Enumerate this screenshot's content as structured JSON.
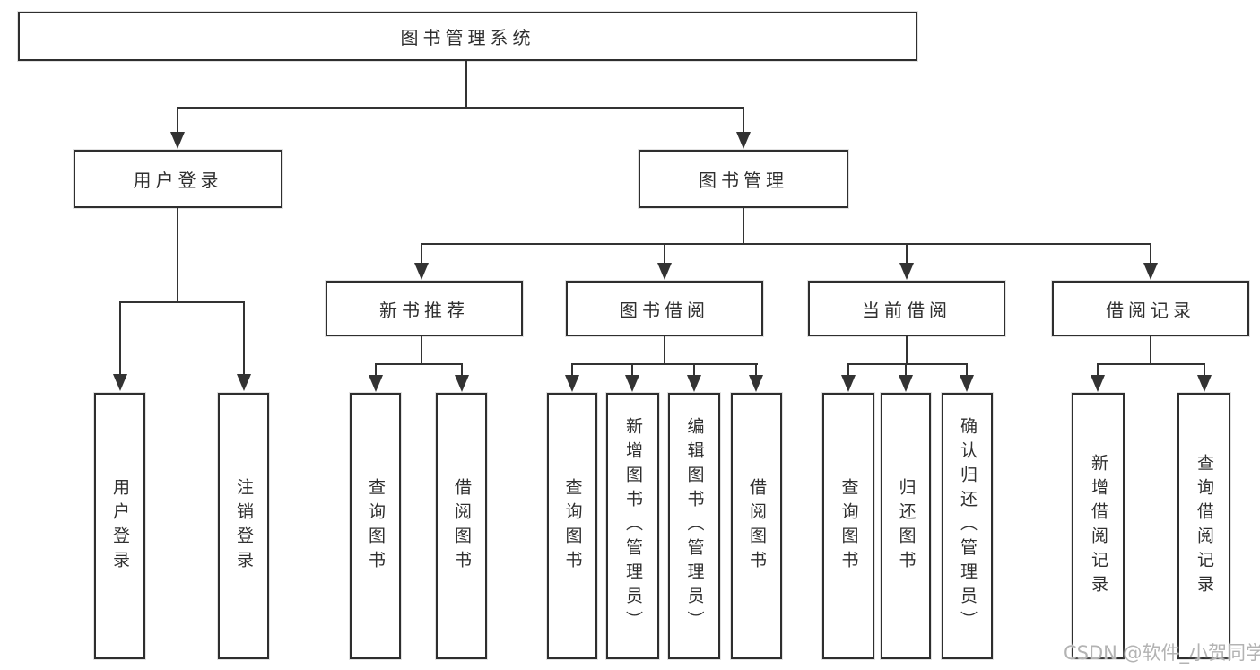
{
  "diagram": {
    "root": {
      "label": "图书管理系统"
    },
    "branches": [
      {
        "label": "用户登录"
      },
      {
        "label": "图书管理"
      }
    ],
    "modules": [
      {
        "label": "新书推荐"
      },
      {
        "label": "图书借阅"
      },
      {
        "label": "当前借阅"
      },
      {
        "label": "借阅记录"
      }
    ],
    "leaves": [
      {
        "label": "用户登录"
      },
      {
        "label": "注销登录"
      },
      {
        "label": "查询图书"
      },
      {
        "label": "借阅图书"
      },
      {
        "label": "查询图书"
      },
      {
        "label": "新增图书（管理员）"
      },
      {
        "label": "编辑图书（管理员）"
      },
      {
        "label": "借阅图书"
      },
      {
        "label": "查询图书"
      },
      {
        "label": "归还图书"
      },
      {
        "label": "确认归还（管理员）"
      },
      {
        "label": "新增借阅记录"
      },
      {
        "label": "查询借阅记录"
      }
    ]
  },
  "watermark": {
    "text": "CSDN @软件_小贺同学",
    "color": "#b3b3b3"
  },
  "colors": {
    "line": "#333333",
    "box_border": "#2e2e2e",
    "box_fill": "#ffffff",
    "text": "#2f2f2f",
    "background": "#ffffff"
  }
}
